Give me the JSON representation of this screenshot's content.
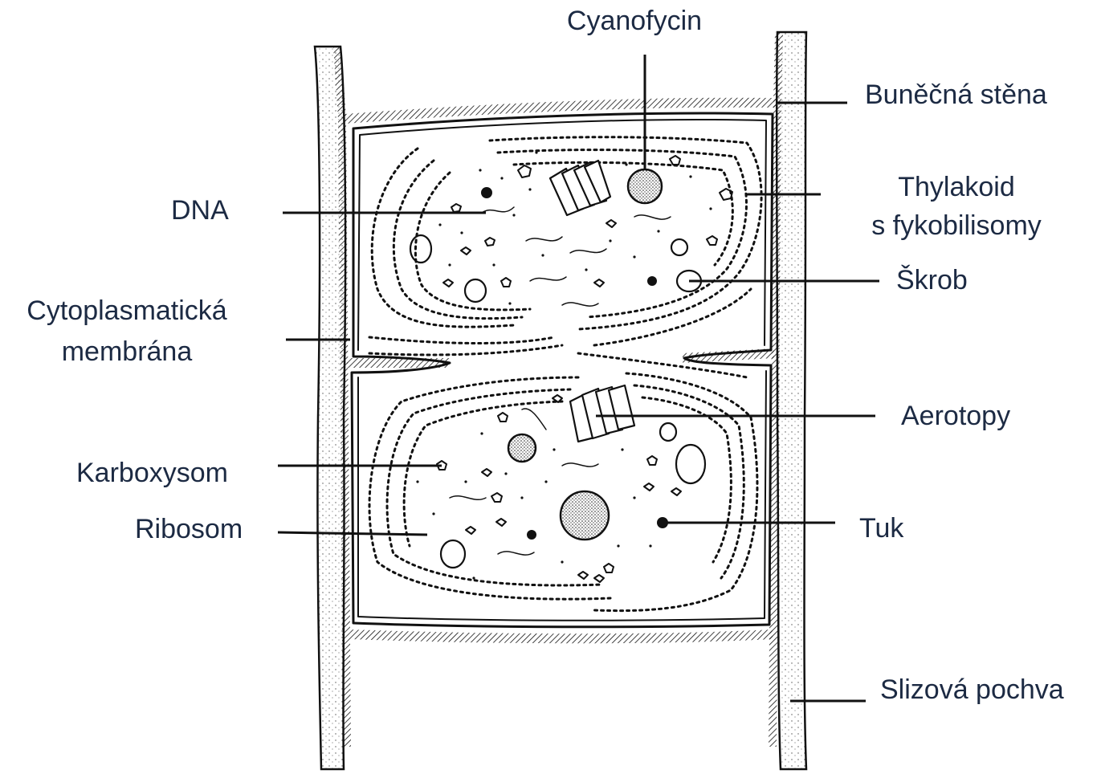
{
  "diagram": {
    "labels": {
      "cyanofycin": "Cyanofycin",
      "bunecna_stena": "Buněčná stěna",
      "dna": "DNA",
      "thylakoid_line1": "Thylakoid",
      "thylakoid_line2": "s fykobilisomy",
      "skrob": "Škrob",
      "cytoplasmaticka_line1": "Cytoplasmatická",
      "cytoplasmaticka_line2": "membrána",
      "aerotopy": "Aerotopy",
      "karboxysom": "Karboxysom",
      "ribosom": "Ribosom",
      "tuk": "Tuk",
      "slizova_pochva": "Slizová pochva"
    },
    "colors": {
      "label_text": "#1c2a43",
      "ink": "#111111",
      "background": "#ffffff"
    }
  }
}
